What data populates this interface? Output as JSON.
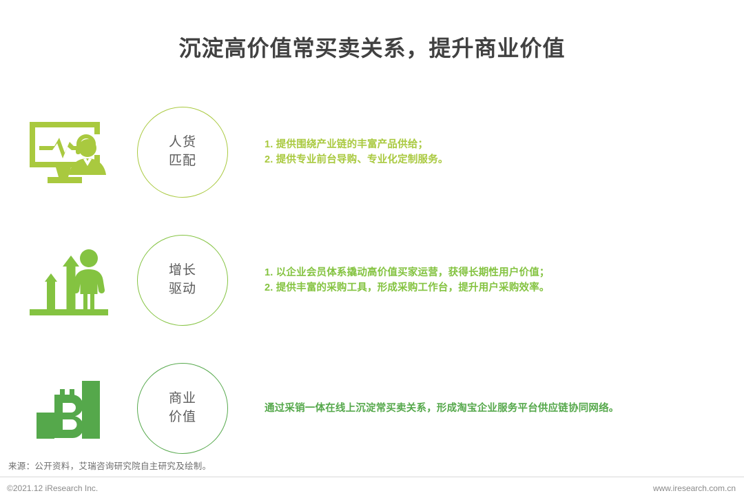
{
  "title": "沉淀高价值常买卖关系，提升商业价值",
  "colors": {
    "title_text": "#414141",
    "circle_text": "#5a5a5a",
    "row1_green": "#a9c93f",
    "row2_green": "#84c341",
    "row3_green": "#55a84b",
    "footer_text": "#8a8a8a",
    "source_text": "#6d6d6d",
    "background": "#ffffff"
  },
  "rows": [
    {
      "icon_name": "monitor-waveform-person-icon",
      "color": "#a9c93f",
      "circle": {
        "line1": "人货",
        "line2": "匹配"
      },
      "lines": [
        "1. 提供围绕产业链的丰富产品供给；",
        "2. 提供专业前台导购、专业化定制服务。"
      ]
    },
    {
      "icon_name": "growth-arrows-person-icon",
      "color": "#84c341",
      "circle": {
        "line1": "增长",
        "line2": "驱动"
      },
      "lines": [
        "1. 以企业会员体系撬动高价值买家运营，获得长期性用户价值；",
        "2. 提供丰富的采购工具，形成采购工作台，提升用户采购效率。"
      ]
    },
    {
      "icon_name": "bar-chart-bitcoin-icon",
      "color": "#55a84b",
      "circle": {
        "line1": "商业",
        "line2": "价值"
      },
      "lines": [
        "通过采销一体在线上沉淀常买卖关系，形成淘宝企业服务平台供应链协同网络。"
      ]
    }
  ],
  "source": "来源：公开资料，艾瑞咨询研究院自主研究及绘制。",
  "footer": {
    "copyright": "©2021.12 iResearch Inc.",
    "website": "www.iresearch.com.cn"
  }
}
